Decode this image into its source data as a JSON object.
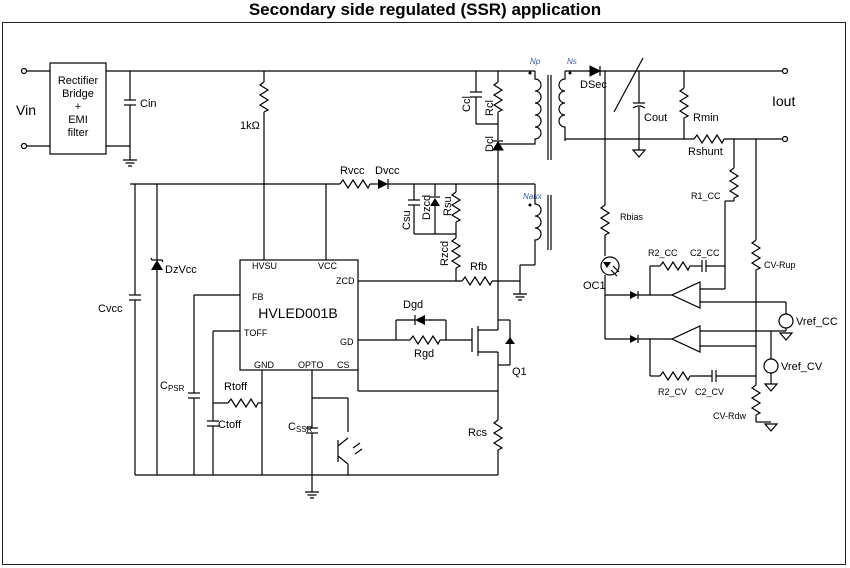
{
  "title": "Secondary side regulated (SSR) application",
  "labels": {
    "vin": "Vin",
    "iout": "Iout",
    "rectifier": [
      "Rectifier",
      "Bridge",
      "+",
      "EMI",
      "filter"
    ],
    "cin": "Cin",
    "r1k": "1kΩ",
    "ccl": "Ccl",
    "rcl": "Rcl",
    "dcl": "Dcl",
    "np": "Np",
    "ns": "Ns",
    "naux": "Naux",
    "dsec": "DSec",
    "cout": "Cout",
    "rmin": "Rmin",
    "rshunt": "Rshunt",
    "r1cc": "R1_CC",
    "rbias": "Rbias",
    "oc1": "OC1",
    "r2cc": "R2_CC",
    "c2cc": "C2_CC",
    "cvrup": "CV-Rup",
    "vrefcc": "Vref_CC",
    "vrefcv": "Vref_CV",
    "r2cv": "R2_CV",
    "c2cv": "C2_CV",
    "cvrdw": "CV-Rdw",
    "rvcc": "Rvcc",
    "dvcc": "Dvcc",
    "csu": "Csu",
    "dzcd": "Dzcd",
    "rsu": "Rsu",
    "rzcd": "Rzcd",
    "rfb": "Rfb",
    "dzvcc": "DzVcc",
    "cvcc": "Cvcc",
    "chip": "HVLED001B",
    "pins": {
      "hvsu": "HVSU",
      "vcc": "VCC",
      "zcd": "ZCD",
      "fb": "FB",
      "toff": "TOFF",
      "gd": "GD",
      "gnd": "GND",
      "opto": "OPTO",
      "cs": "CS"
    },
    "dgd": "Dgd",
    "rgd": "Rgd",
    "q1": "Q1",
    "rcs": "Rcs",
    "cpsr": "CPSR",
    "rtoff": "Rtoff",
    "ctoff": "Ctoff",
    "cssr": "CSSR"
  }
}
